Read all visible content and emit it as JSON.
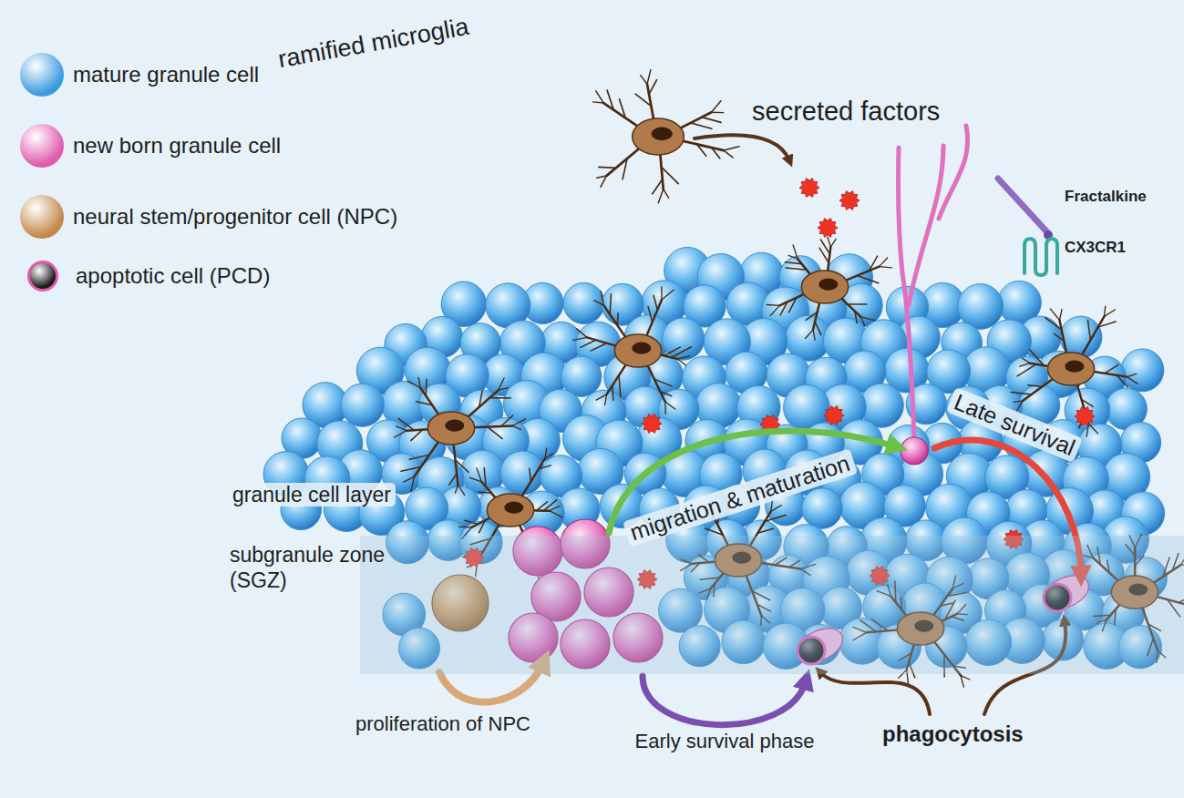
{
  "diagram": {
    "nodes": [
      {
        "text": [
          "subgranule zone (SGZ)"
        ]
      }
    ],
    "labels": [
      "ramified microglia",
      "secreted factors",
      "Fractalkine",
      "CX3CR1",
      "granule cell layer",
      "migration & maturation",
      "Late survival",
      "Early survival phase",
      "proliferation of NPC",
      "phagocytosis"
    ],
    "legend": [
      {
        "text": "mature granule cell",
        "color": "#3a9be0"
      },
      {
        "text": "new born granule cell",
        "color": "#e05aad"
      },
      {
        "text": "neural stem/progenitor cell (NPC)",
        "color": "#c4884a"
      },
      {
        "text": "apoptotic cell (PCD)",
        "color": "#1a1a1a"
      }
    ]
  }
}
